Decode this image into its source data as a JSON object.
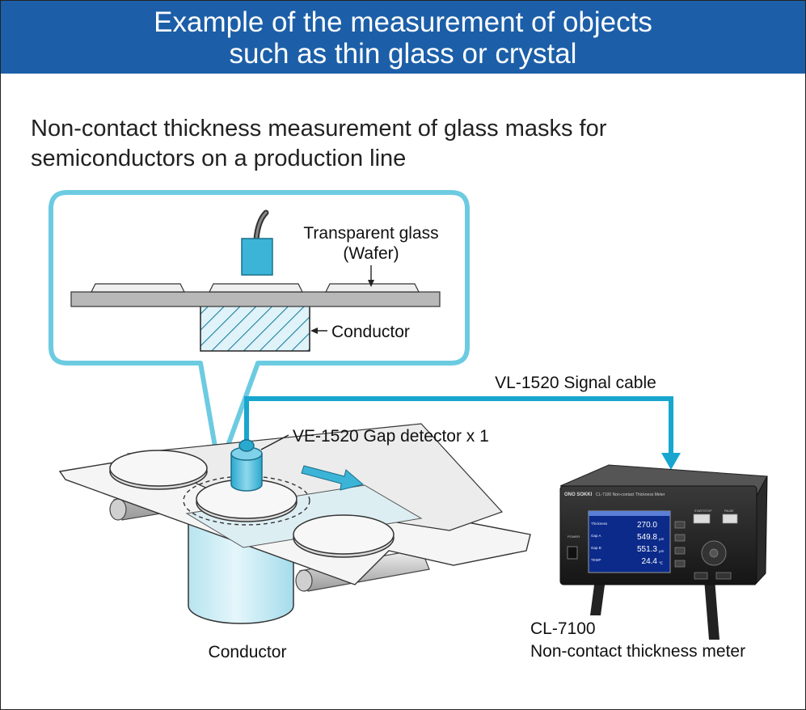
{
  "header": {
    "title_line1": "Example of the measurement of objects",
    "title_line2": "such as thin glass or crystal"
  },
  "subtitle": {
    "line1": "Non-contact thickness measurement of glass masks for",
    "line2": "semiconductors on a production line"
  },
  "labels": {
    "transparent_glass": "Transparent glass",
    "wafer": "(Wafer)",
    "conductor_detail": "Conductor",
    "signal_cable": "VL-1520 Signal cable",
    "gap_detector": "VE-1520 Gap detector x 1",
    "conductor_main": "Conductor",
    "meter_model": "CL-7100",
    "meter_name": "Non-contact thickness meter"
  },
  "meter": {
    "brand": "ONO SOKKI",
    "model_text": "CL-7100 Non-contact Thickness Meter",
    "screen_rows": [
      {
        "label": "Thickness",
        "value": "270.0",
        "unit": ""
      },
      {
        "label": "Gap A",
        "value": "549.8",
        "unit": "μm"
      },
      {
        "label": "Gap B",
        "value": "551.3",
        "unit": "μm"
      },
      {
        "label": "TEMP",
        "value": "24.4",
        "unit": "℃"
      }
    ],
    "power_label": "POWER",
    "start_stop_label": "START/STOP",
    "pause_label": "PAUSE"
  },
  "colors": {
    "header_bg": "#1c5fa8",
    "accent": "#18a6cf",
    "callout_border": "#6ccbe1",
    "conductor_fill": "#c9ecf4"
  }
}
